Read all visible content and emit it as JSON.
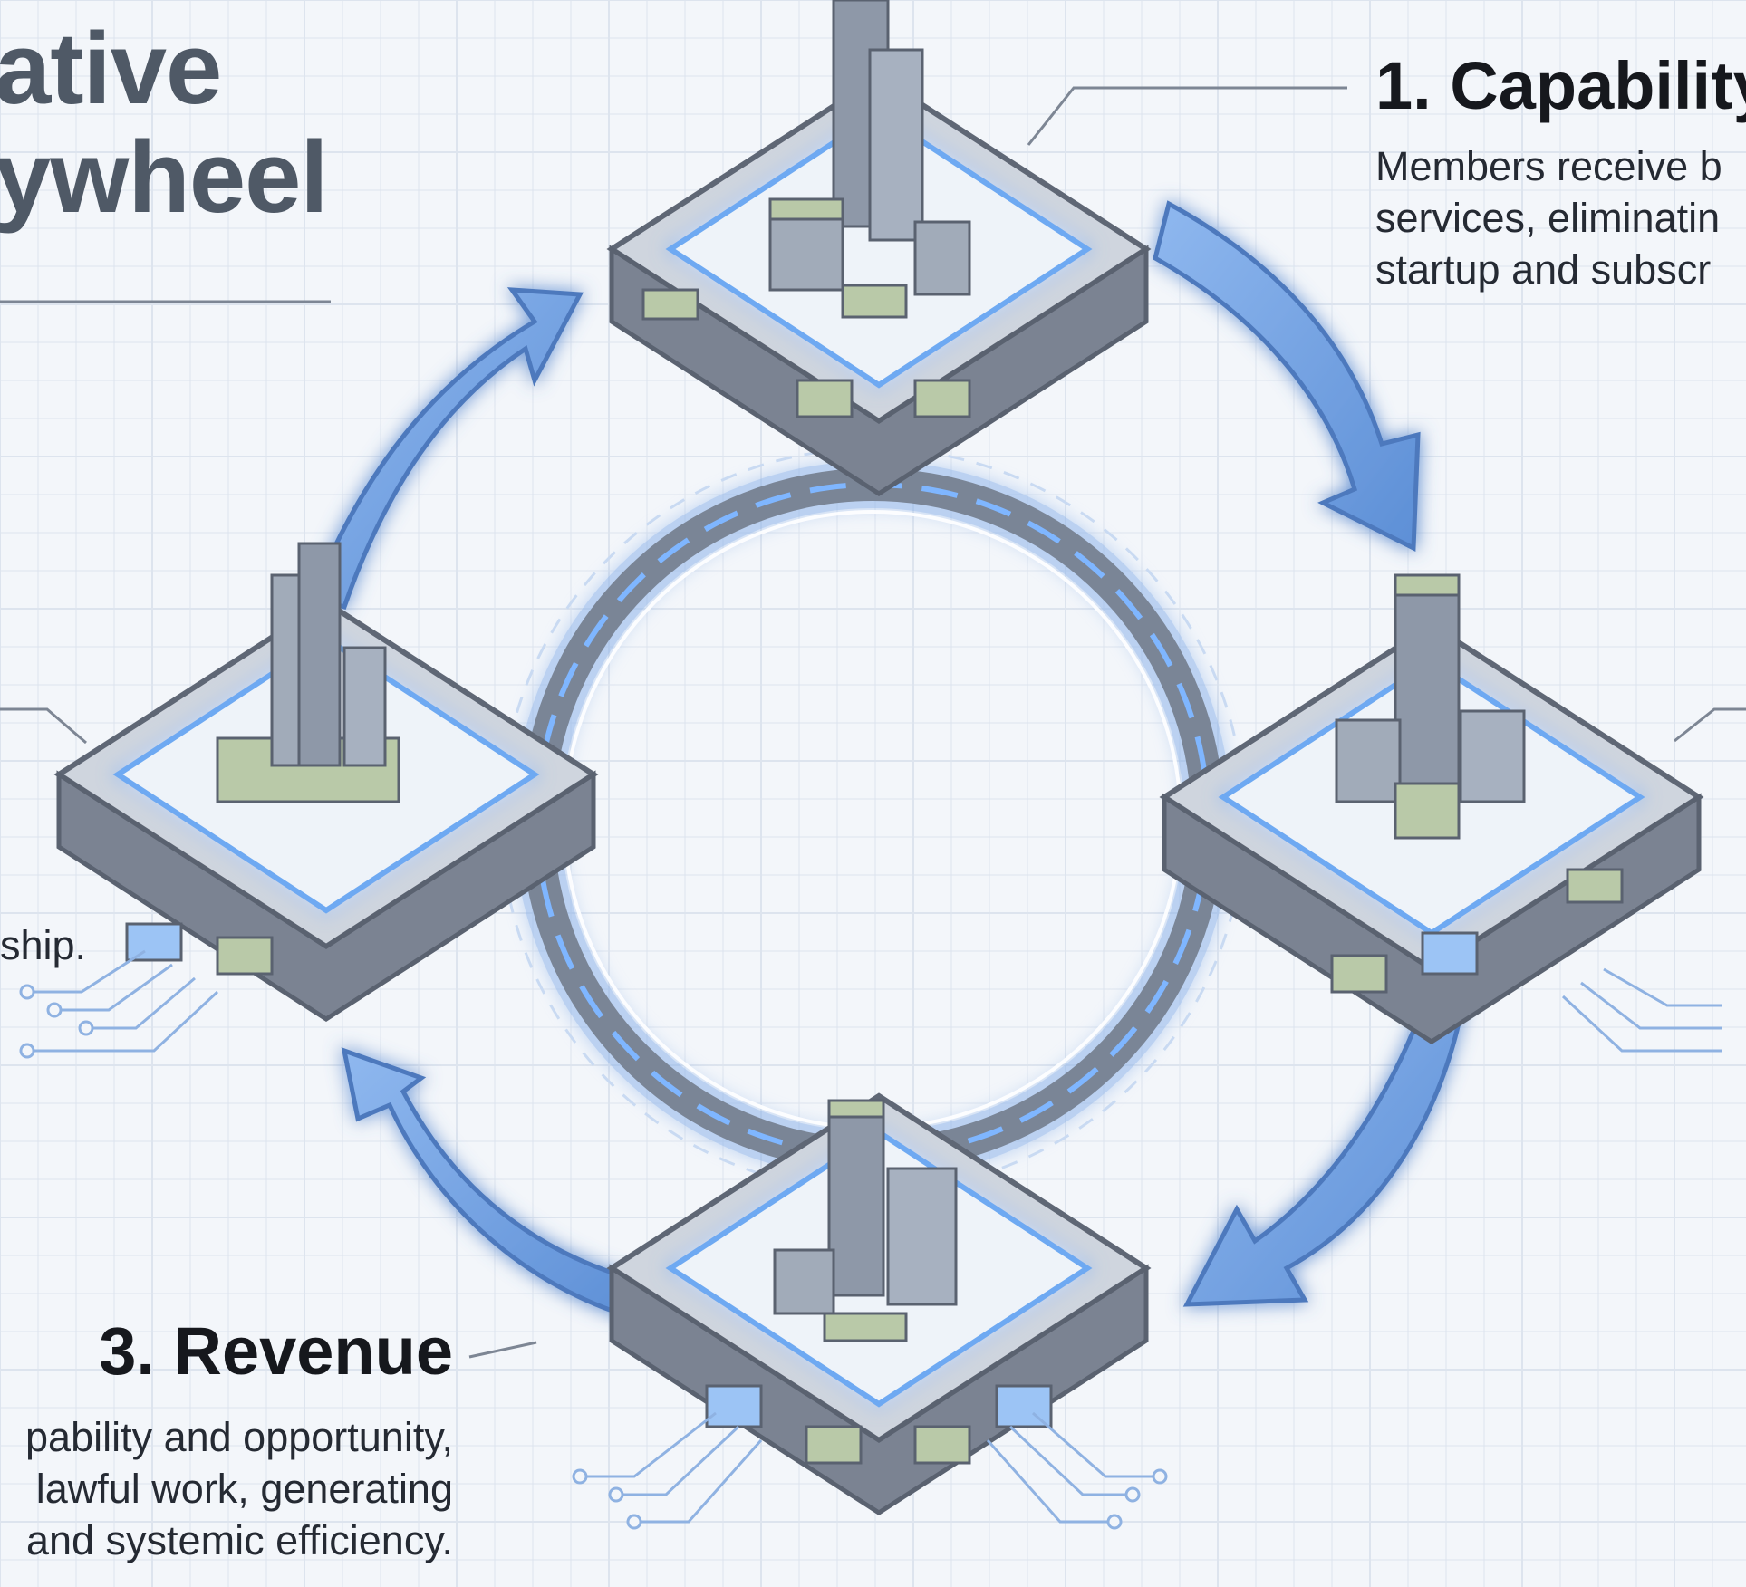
{
  "title": {
    "line1": "ative",
    "line2": "ywheel"
  },
  "steps": [
    {
      "heading": "1. Capability",
      "lines": [
        "Members receive b",
        "services, eliminatin",
        "startup and subscr"
      ]
    },
    {
      "heading": "3. Revenue",
      "lines": [
        "pability and opportunity,",
        "lawful work, generating",
        "and systemic efficiency."
      ]
    }
  ],
  "left_fragment": "ship.",
  "colors": {
    "background": "#f3f6fa",
    "grid": "#dde4ee",
    "platform": "#717a89",
    "glow": "#5b9bf0",
    "building_top": "#b9c9a8",
    "title": "#4f5966"
  }
}
